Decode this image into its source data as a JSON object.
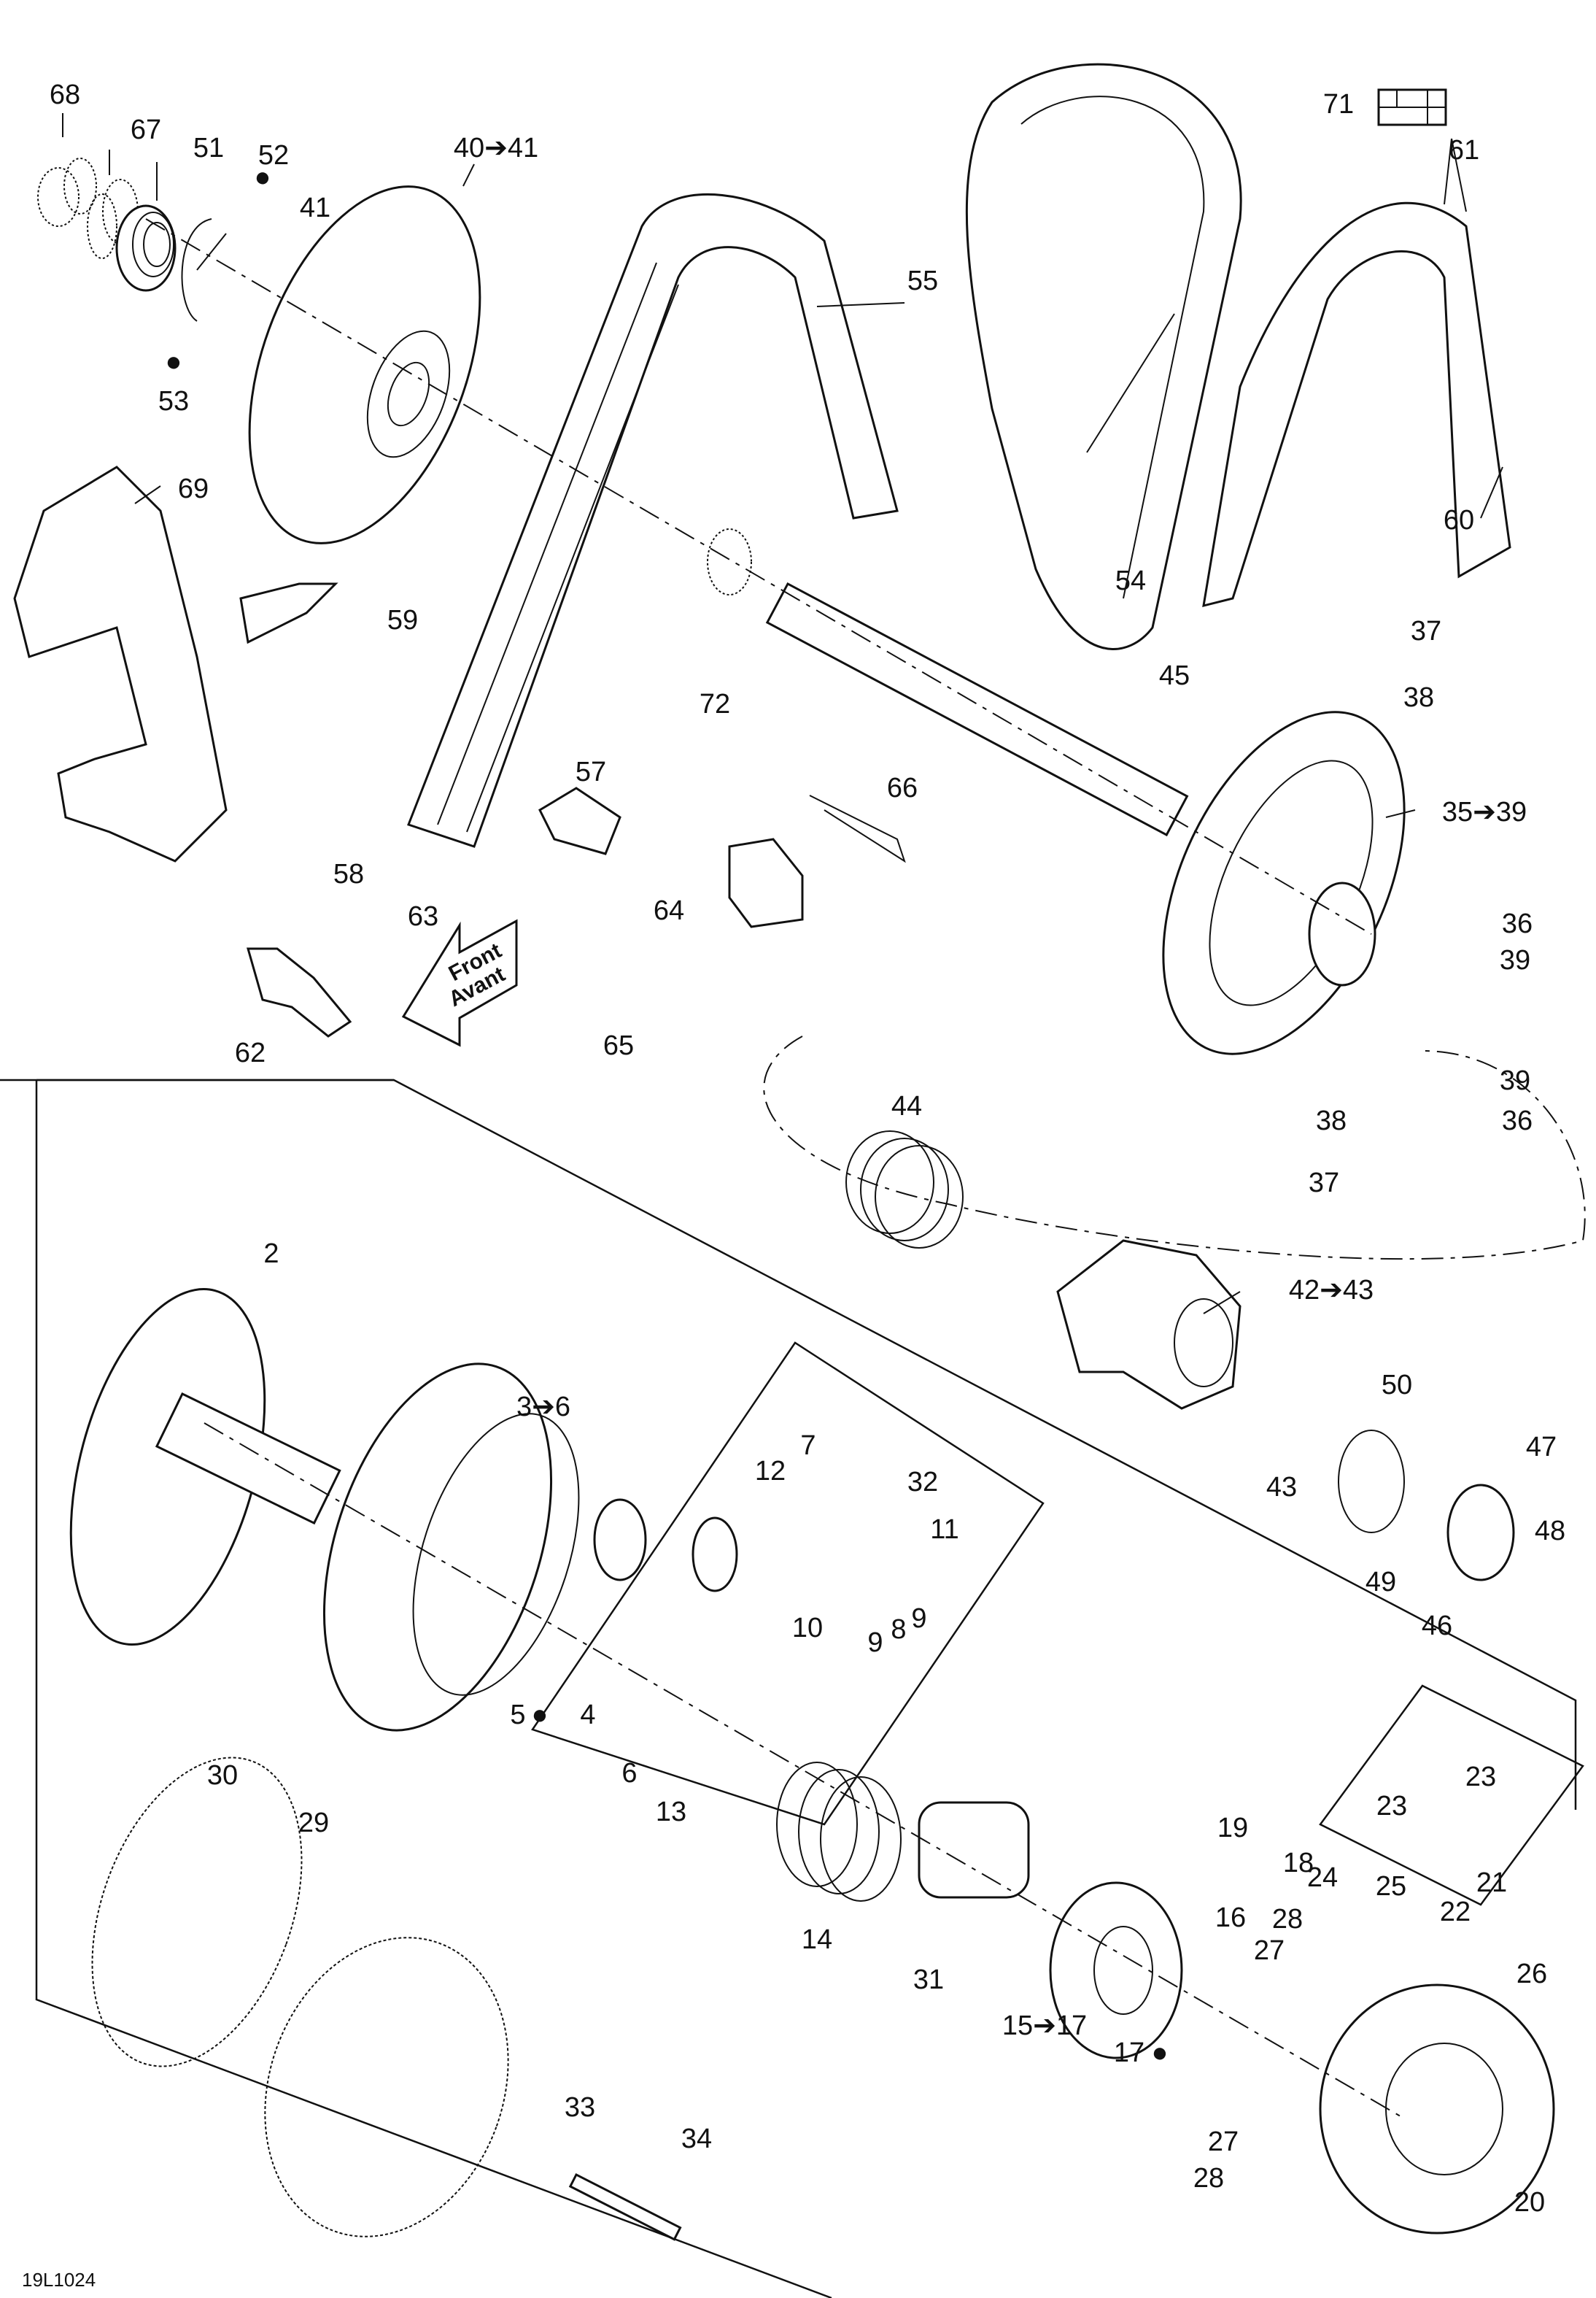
{
  "diagram": {
    "drawing_code": "19L1024",
    "direction_arrow": {
      "line1": "Front",
      "line2": "Avant"
    },
    "decal_label": "71",
    "callouts": [
      {
        "id": "c68",
        "text": "68"
      },
      {
        "id": "c67",
        "text": "67"
      },
      {
        "id": "c51",
        "text": "51"
      },
      {
        "id": "c52",
        "text": "52"
      },
      {
        "id": "c53",
        "text": "53"
      },
      {
        "id": "c41",
        "text": "41"
      },
      {
        "id": "c40",
        "text": "40➔41"
      },
      {
        "id": "c55",
        "text": "55"
      },
      {
        "id": "c69",
        "text": "69"
      },
      {
        "id": "c59",
        "text": "59"
      },
      {
        "id": "c72",
        "text": "72"
      },
      {
        "id": "c57",
        "text": "57"
      },
      {
        "id": "c58",
        "text": "58"
      },
      {
        "id": "c63",
        "text": "63"
      },
      {
        "id": "c62",
        "text": "62"
      },
      {
        "id": "c66",
        "text": "66"
      },
      {
        "id": "c64",
        "text": "64"
      },
      {
        "id": "c65",
        "text": "65"
      },
      {
        "id": "c54",
        "text": "54"
      },
      {
        "id": "c61",
        "text": "61"
      },
      {
        "id": "c60",
        "text": "60"
      },
      {
        "id": "c37a",
        "text": "37"
      },
      {
        "id": "c38a",
        "text": "38"
      },
      {
        "id": "c45",
        "text": "45"
      },
      {
        "id": "c35",
        "text": "35➔39"
      },
      {
        "id": "c36a",
        "text": "36"
      },
      {
        "id": "c39a",
        "text": "39"
      },
      {
        "id": "c39b",
        "text": "39"
      },
      {
        "id": "c38b",
        "text": "38"
      },
      {
        "id": "c36b",
        "text": "36"
      },
      {
        "id": "c37b",
        "text": "37"
      },
      {
        "id": "c44",
        "text": "44"
      },
      {
        "id": "c42",
        "text": "42➔43"
      },
      {
        "id": "c2",
        "text": "2"
      },
      {
        "id": "c3",
        "text": "3➔6"
      },
      {
        "id": "c7",
        "text": "7"
      },
      {
        "id": "c12",
        "text": "12"
      },
      {
        "id": "c32",
        "text": "32"
      },
      {
        "id": "c11",
        "text": "11"
      },
      {
        "id": "c10",
        "text": "10"
      },
      {
        "id": "c9a",
        "text": "9"
      },
      {
        "id": "c8",
        "text": "8"
      },
      {
        "id": "c9b",
        "text": "9"
      },
      {
        "id": "c43",
        "text": "43"
      },
      {
        "id": "c50",
        "text": "50"
      },
      {
        "id": "c47",
        "text": "47"
      },
      {
        "id": "c48",
        "text": "48"
      },
      {
        "id": "c49",
        "text": "49"
      },
      {
        "id": "c46",
        "text": "46"
      },
      {
        "id": "c5",
        "text": "5"
      },
      {
        "id": "c4",
        "text": "4"
      },
      {
        "id": "c6",
        "text": "6"
      },
      {
        "id": "c13",
        "text": "13"
      },
      {
        "id": "c30",
        "text": "30"
      },
      {
        "id": "c29",
        "text": "29"
      },
      {
        "id": "c14",
        "text": "14"
      },
      {
        "id": "c31",
        "text": "31"
      },
      {
        "id": "c19",
        "text": "19"
      },
      {
        "id": "c18",
        "text": "18"
      },
      {
        "id": "c16",
        "text": "16"
      },
      {
        "id": "c15",
        "text": "15➔17"
      },
      {
        "id": "c17",
        "text": "17"
      },
      {
        "id": "c24",
        "text": "24"
      },
      {
        "id": "c25",
        "text": "25"
      },
      {
        "id": "c28a",
        "text": "28"
      },
      {
        "id": "c27a",
        "text": "27"
      },
      {
        "id": "c26",
        "text": "26"
      },
      {
        "id": "c23a",
        "text": "23"
      },
      {
        "id": "c23b",
        "text": "23"
      },
      {
        "id": "c21",
        "text": "21"
      },
      {
        "id": "c22",
        "text": "22"
      },
      {
        "id": "c27b",
        "text": "27"
      },
      {
        "id": "c28b",
        "text": "28"
      },
      {
        "id": "c20",
        "text": "20"
      },
      {
        "id": "c33",
        "text": "33"
      },
      {
        "id": "c34",
        "text": "34"
      }
    ]
  }
}
